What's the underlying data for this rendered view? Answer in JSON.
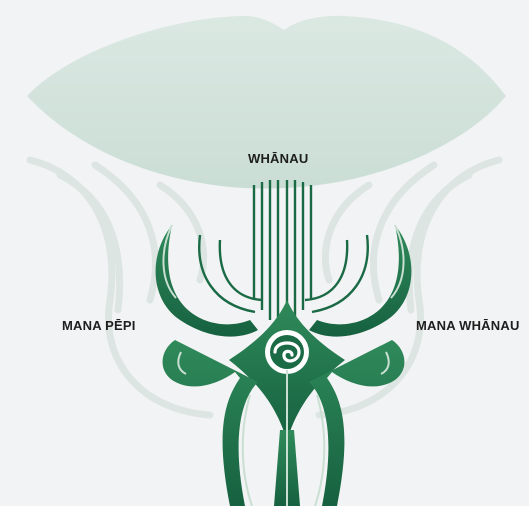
{
  "labels": {
    "top": "WHĀNAU",
    "left": "MANA PĒPI",
    "right": "MANA WHĀNAU"
  },
  "colors": {
    "background": "#f2f3f4",
    "leaf": "#cfe0da",
    "ghost": "#dfe6e3",
    "green_dark": "#1a6a45",
    "green_mid": "#2f8a5a",
    "green_light": "#c9dfd2",
    "label_text": "#1e1e1e"
  },
  "icons": [
    "leaf-shape",
    "koru-spiral",
    "carved-pattern"
  ]
}
